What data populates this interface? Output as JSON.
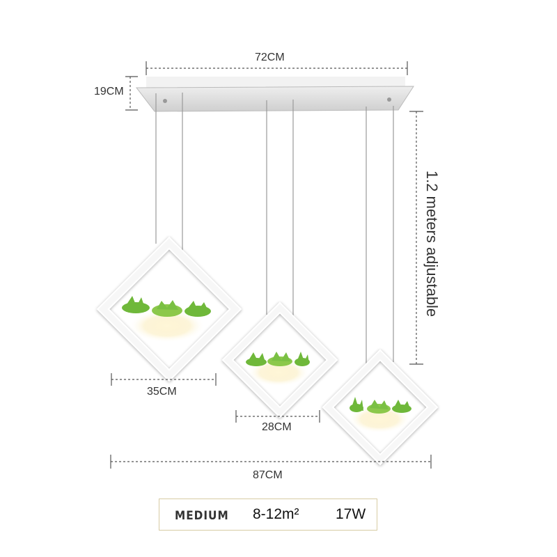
{
  "dimensions": {
    "canopy_width": "72CM",
    "canopy_height": "19CM",
    "large_frame_width": "35CM",
    "medium_frame_width": "28CM",
    "total_width": "87CM",
    "cable_length": "1.2 meters adjustable"
  },
  "spec_bar": {
    "size": "MEDIUM",
    "area": "8-12m²",
    "power": "17W"
  },
  "colors": {
    "frame": "#ffffff",
    "canopy": "#d8d8d8",
    "plant": "#6fb83a",
    "dimension_line": "#555555",
    "spec_border": "#d7cba3"
  }
}
